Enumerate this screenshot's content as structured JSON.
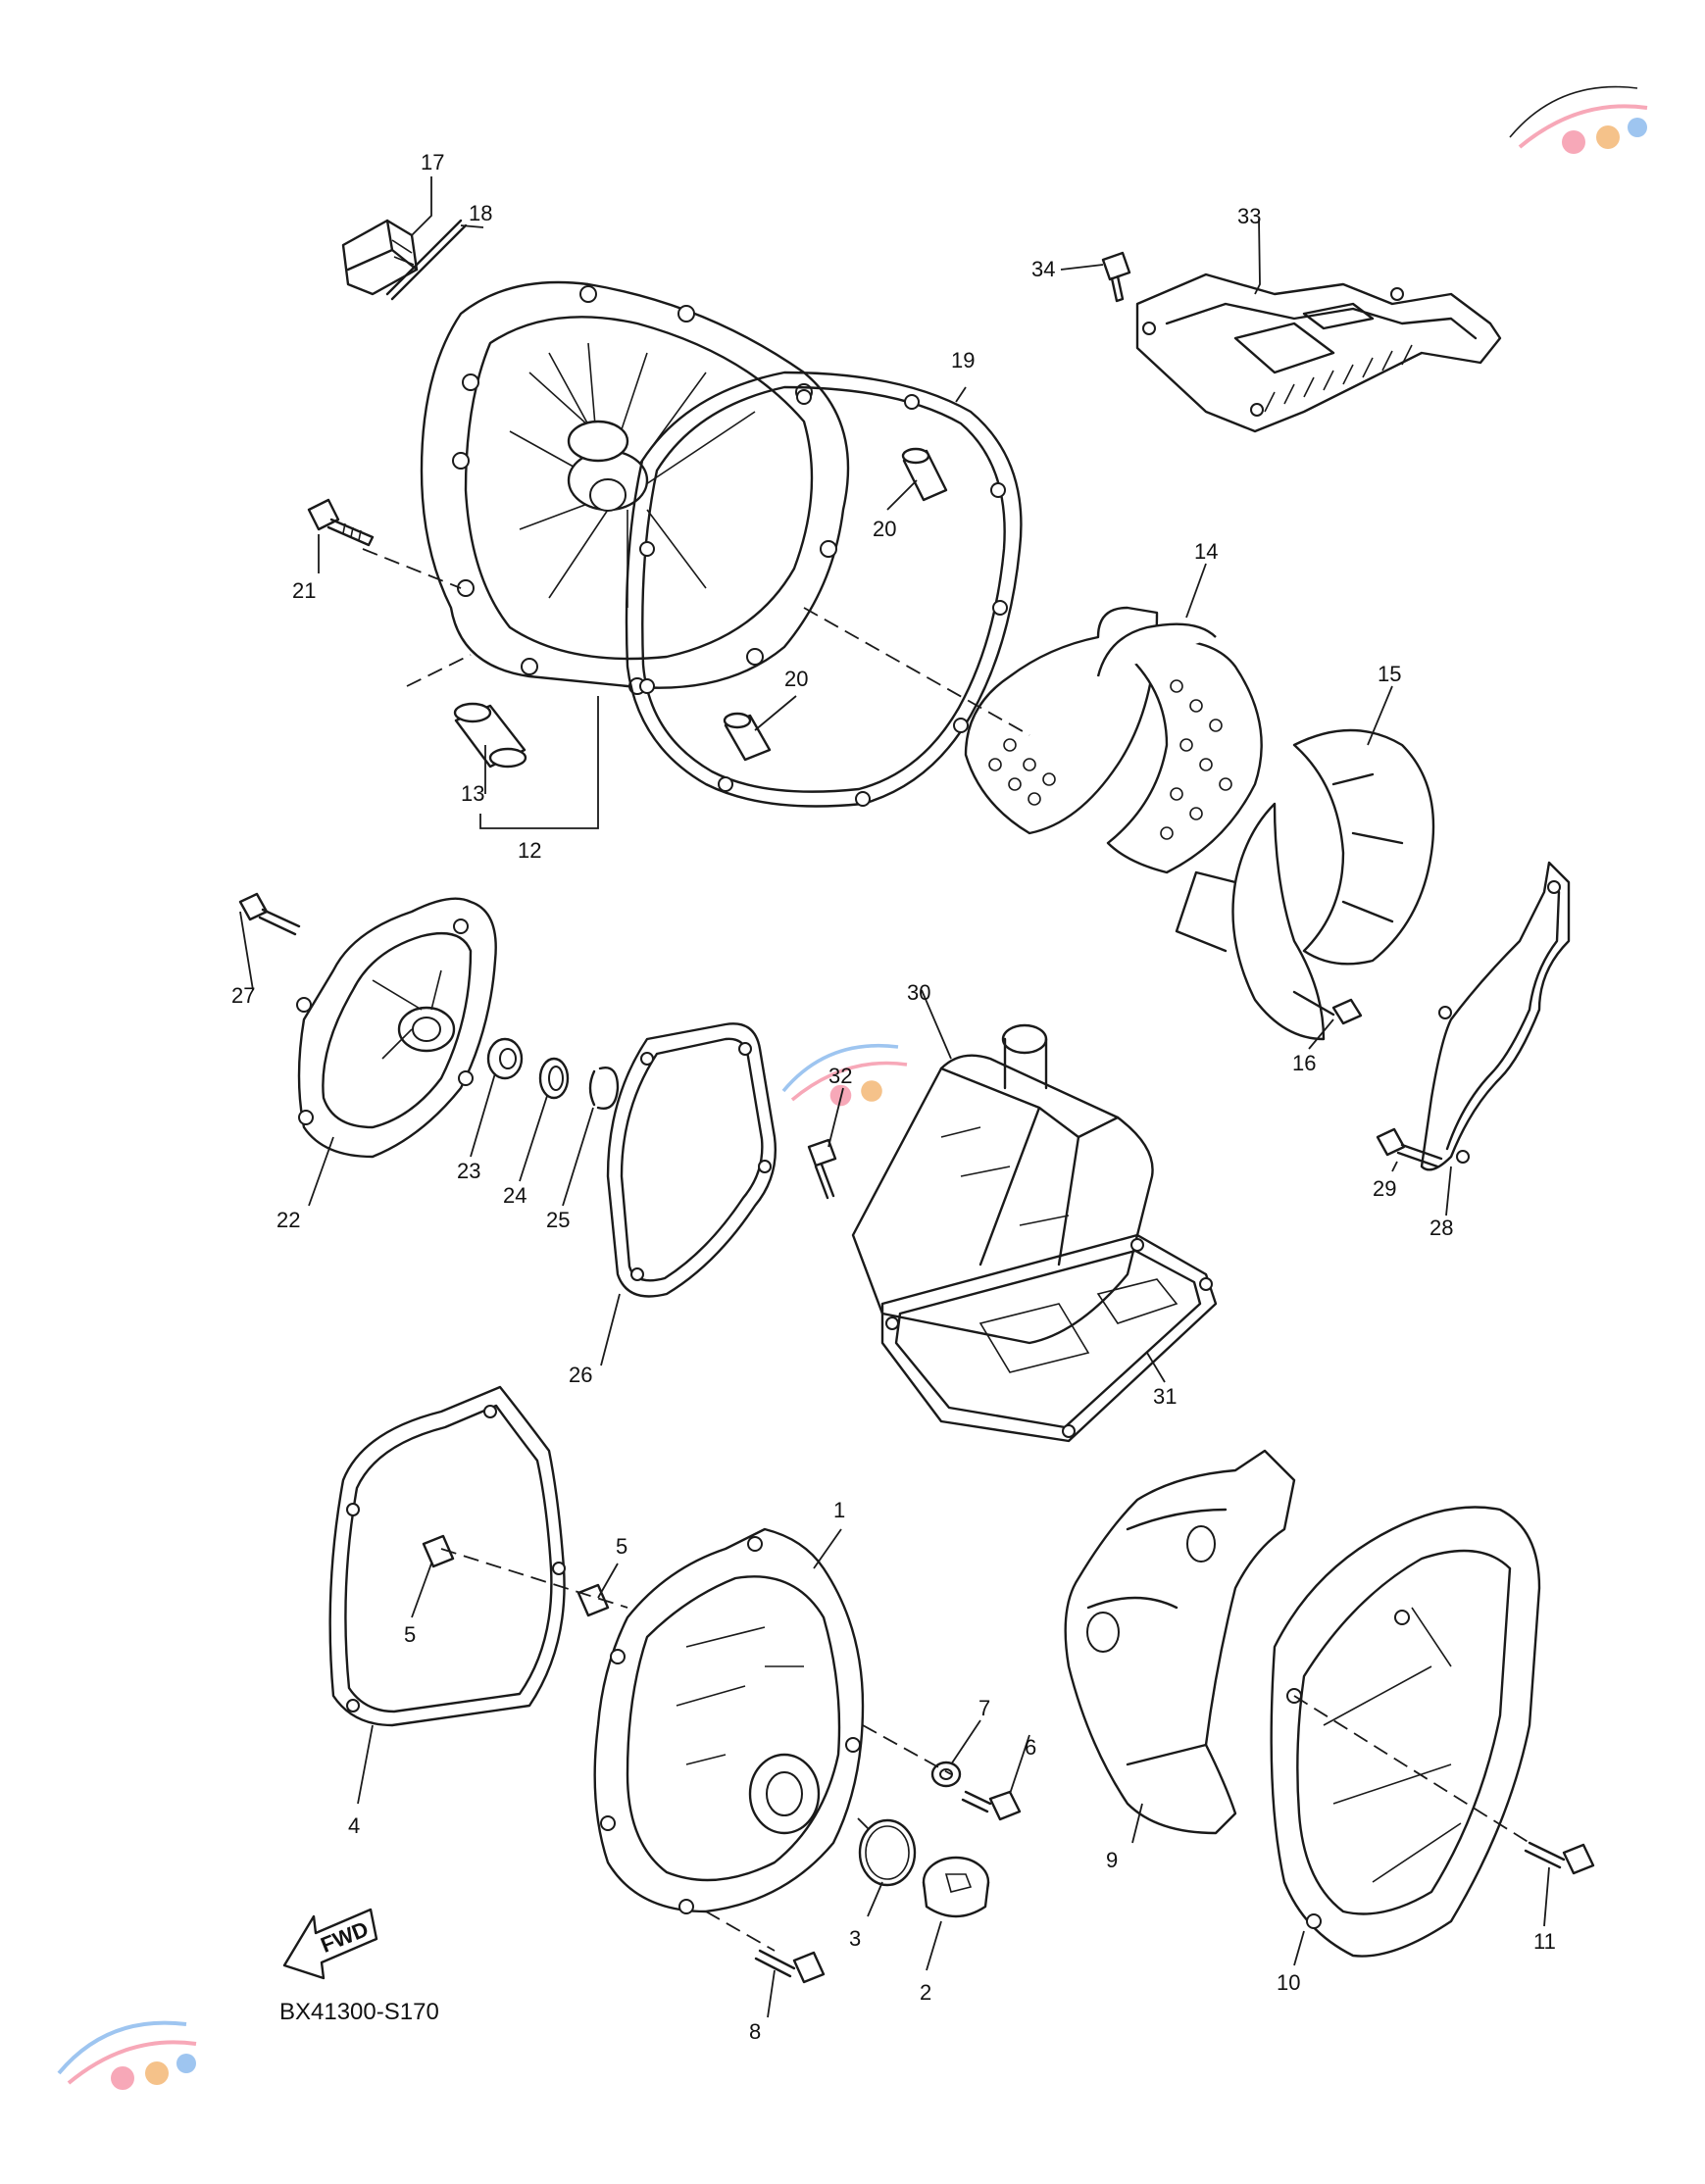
{
  "diagram": {
    "code": "BX41300-S170",
    "fwd_label": "FWD",
    "callouts": [
      {
        "id": "1",
        "label": "1"
      },
      {
        "id": "2",
        "label": "2"
      },
      {
        "id": "3",
        "label": "3"
      },
      {
        "id": "4",
        "label": "4"
      },
      {
        "id": "5a",
        "label": "5"
      },
      {
        "id": "5b",
        "label": "5"
      },
      {
        "id": "6",
        "label": "6"
      },
      {
        "id": "7",
        "label": "7"
      },
      {
        "id": "8",
        "label": "8"
      },
      {
        "id": "9",
        "label": "9"
      },
      {
        "id": "10",
        "label": "10"
      },
      {
        "id": "11",
        "label": "11"
      },
      {
        "id": "12",
        "label": "12"
      },
      {
        "id": "13",
        "label": "13"
      },
      {
        "id": "14",
        "label": "14"
      },
      {
        "id": "15",
        "label": "15"
      },
      {
        "id": "16",
        "label": "16"
      },
      {
        "id": "17",
        "label": "17"
      },
      {
        "id": "18",
        "label": "18"
      },
      {
        "id": "19",
        "label": "19"
      },
      {
        "id": "20a",
        "label": "20"
      },
      {
        "id": "20b",
        "label": "20"
      },
      {
        "id": "21",
        "label": "21"
      },
      {
        "id": "22",
        "label": "22"
      },
      {
        "id": "23",
        "label": "23"
      },
      {
        "id": "24",
        "label": "24"
      },
      {
        "id": "25",
        "label": "25"
      },
      {
        "id": "26",
        "label": "26"
      },
      {
        "id": "27",
        "label": "27"
      },
      {
        "id": "28",
        "label": "28"
      },
      {
        "id": "29",
        "label": "29"
      },
      {
        "id": "30",
        "label": "30"
      },
      {
        "id": "31",
        "label": "31"
      },
      {
        "id": "32",
        "label": "32"
      },
      {
        "id": "33",
        "label": "33"
      },
      {
        "id": "34",
        "label": "34"
      }
    ]
  },
  "colors": {
    "line": "#1a1a1a",
    "background": "#ffffff",
    "watermark_pink": "#f7a8b8",
    "watermark_blue": "#9ec5f0"
  },
  "icons": [
    "fwd-arrow-icon",
    "watermark-logo-icon"
  ]
}
